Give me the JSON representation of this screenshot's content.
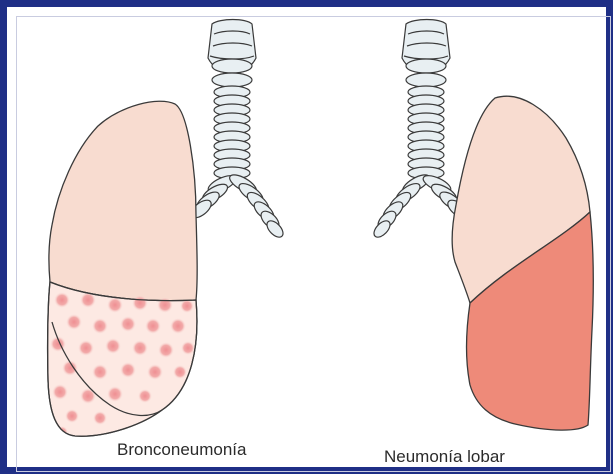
{
  "captions": {
    "left": "Bronconeumonía",
    "right": "Neumonía lobar"
  },
  "colors": {
    "frame": "#1f2f86",
    "lung_healthy": "#f8dcd0",
    "lung_consolidated": "#ee8a79",
    "patchy_spots": "#f0a7a4",
    "airway_ring": "#e8eff2",
    "outline": "#3a3a3a"
  },
  "panels": [
    {
      "name": "bronchopneumonia",
      "pattern": "patchy spots in lower lobe"
    },
    {
      "name": "lobar-pneumonia",
      "pattern": "uniform consolidation of lower lobe"
    }
  ]
}
